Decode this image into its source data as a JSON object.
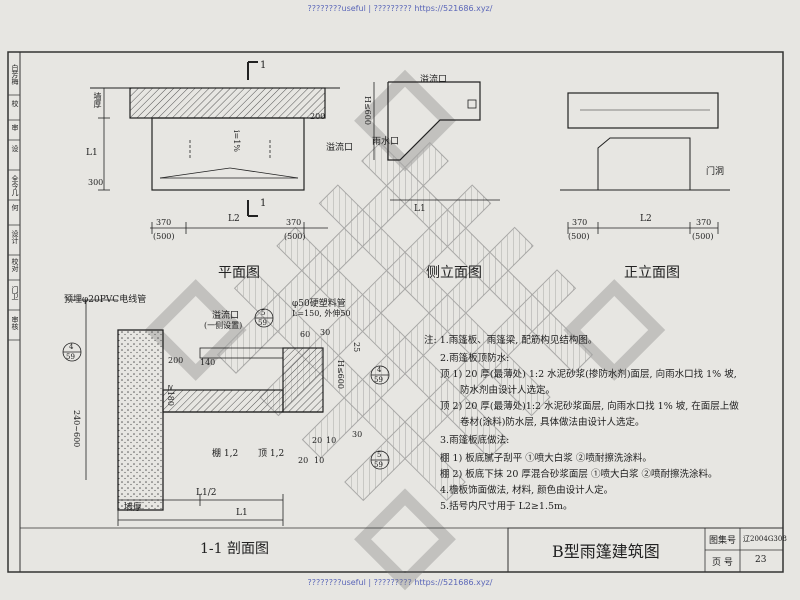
{
  "watermark": {
    "top": "????????useful | ????????? https://521686.xyz/",
    "bottom": "????????useful | ????????? https://521686.xyz/"
  },
  "title_block": {
    "title": "B型雨篷建筑图",
    "atlas_label": "图集号",
    "atlas_value": "辽2004G308",
    "page_label": "页 号",
    "page_value": "23"
  },
  "side_strip": [
    "白芳梅",
    "校",
    "审",
    "设",
    "全今几",
    "何",
    "设计",
    "校对",
    "门卫",
    "审核"
  ],
  "views": {
    "plan": {
      "title": "平面图",
      "section_mark": "1",
      "wall_thickness_label": "墙厚",
      "slope": "i=1%",
      "dims": {
        "l1": "L1",
        "l2": "L2",
        "d300": "300",
        "d370": "370",
        "d500": "(500)",
        "d200": "200"
      }
    },
    "side": {
      "title": "侧立面图",
      "overflow": "溢流口",
      "drain": "雨水口",
      "dims": {
        "h": "H≤600",
        "l1": "L1",
        "d370": "370",
        "d500": "(500)"
      }
    },
    "front": {
      "title": "正立面图",
      "door": "门洞",
      "dims": {
        "l2": "L2",
        "d370": "370",
        "d500": "(500)",
        "d370r": "370",
        "d500r": "(500)"
      }
    },
    "section": {
      "title": "1-1 剖面图",
      "conduit": "预埋φ20PVC电线管",
      "pipe": "φ50硬塑料管",
      "pipe_spec": "L=150, 外伸50",
      "overflow": "溢流口",
      "overflow_note": "(一侧设置)",
      "detail_a": "4",
      "detail_a_page": "59",
      "detail_b": "5",
      "detail_b_page": "59",
      "ceiling1": "棚 1,2",
      "roof1": "顶 1,2",
      "wall": "墙厚",
      "dims": {
        "d240": "240~600",
        "d200": "200",
        "d140": "140",
        "d180": "≥180",
        "d60": "60",
        "d30": "30",
        "d20": "20",
        "d10": "10",
        "d25": "25",
        "d20b": "20",
        "d10b": "10",
        "l1": "L1",
        "l1half": "L1/2",
        "h": "H≤600"
      }
    }
  },
  "notes": [
    "注: 1.雨篷板、雨篷梁, 配筋构见结构图。",
    "2.雨篷板顶防水:",
    "顶 1) 20 厚(最薄处) 1:2 水泥砂浆(掺防水剂)面层, 向雨水口找 1% 坡,",
    "防水剂由设计人选定。",
    "顶 2) 20 厚(最薄处)1:2 水泥砂浆面层, 向雨水口找 1% 坡, 在面层上做",
    "卷材(涂料)防水层, 具体做法由设计人选定。",
    "3.雨篷板底做法:",
    "棚 1) 板底腻子刮平 ①喷大白浆 ②喷耐擦洗涂料。",
    "棚 2) 板底下抹 20 厚混合砂浆面层 ①喷大白浆 ②喷耐擦洗涂料。",
    "4.檐板饰面做法, 材料, 颜色由设计人定。",
    "5.括号内尺寸用于 L2≥1.5m。"
  ]
}
